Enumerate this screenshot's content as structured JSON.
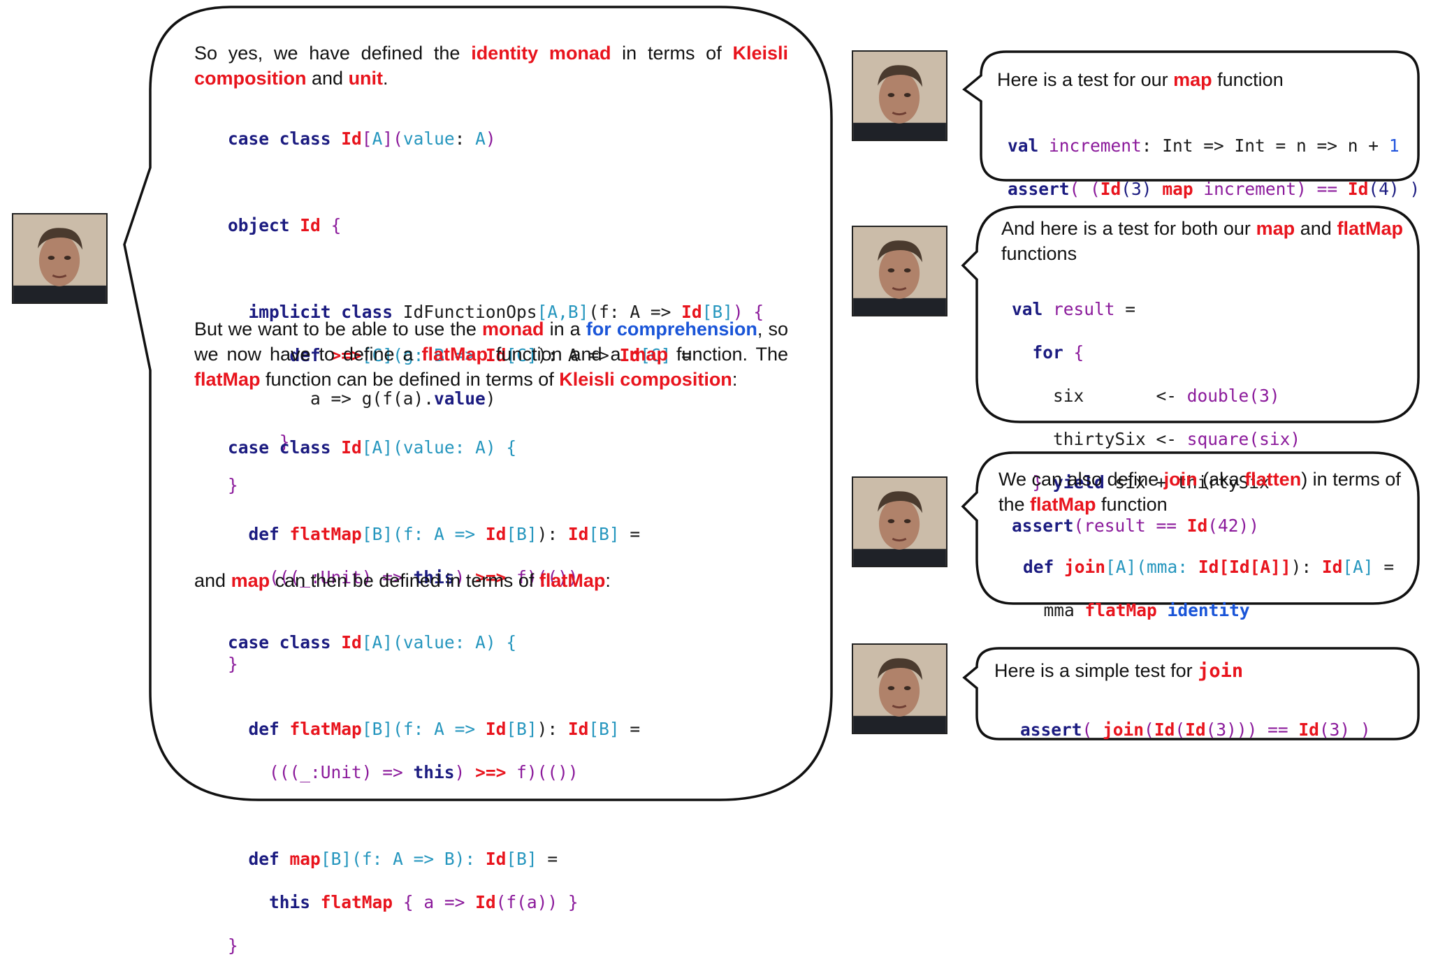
{
  "main": {
    "intro": {
      "t1": "So yes, we have defined the ",
      "h1": "identity monad",
      "t2": " in terms of ",
      "h2": "Kleisli composition",
      "t3": " and ",
      "h3": "unit",
      "t4": "."
    },
    "code1": {
      "case": "case class",
      "id": "Id",
      "lb": "[",
      "a": "A",
      "rb": "]",
      "lp": "(",
      "value": "value",
      "colon": ": ",
      "a2": "A",
      "rp": ")",
      "object": "object",
      "objid": "Id",
      "obrace": "{",
      "implicit": "implicit class",
      "ops": "IdFunctionOps",
      "opsparams": "[A,B]",
      "opsargs": "(f: A => ",
      "opsid": "Id",
      "opsb": "[B]",
      "opsend": ") {",
      "def": "def",
      "kleisli": ">=>",
      "kargs": "[C](g: B => ",
      "kid": "Id",
      "kc": "[C]",
      "kmid": "): A => ",
      "kid2": "Id",
      "kc2": "[C]",
      "keq": " =",
      "body": "a => g(f(a).",
      "bodyval": "value",
      "bodyend": ")",
      "close1": "}",
      "close2": "}"
    },
    "para2": {
      "t1": "But we want to be able to use the ",
      "h1": "monad",
      "t2": " in a ",
      "h2": "for comprehension",
      "t3": ", so we now have to define a ",
      "h3": "flatMap",
      "t4": " function and a ",
      "h4": "map",
      "t5": " function. The ",
      "h5": "flatMap",
      "t6": " function can be defined in terms of ",
      "h6": "Kleisli composition",
      "t7": ":"
    },
    "code2": {
      "case": "case class",
      "id": "Id",
      "a": "[A]",
      "args": "(value: A) {",
      "def": "def",
      "flatmap": "flatMap",
      "fmsig1": "[B](f: A => ",
      "fmid": "Id",
      "fmb": "[B]",
      "fmsig2": "): ",
      "fmid2": "Id",
      "fmb2": "[B]",
      "fmeq": " =",
      "unit": "(((_:Unit) => ",
      "this": "this",
      "unit2": ") ",
      "kleisli": ">=>",
      "unit3": " f)(())",
      "close": "}"
    },
    "para3": {
      "t1": "and ",
      "h1": "map",
      "t2": " can then be defined in terms of ",
      "h2": "flatMap",
      "t3": ":"
    },
    "code3": {
      "case": "case class",
      "id": "Id",
      "a": "[A]",
      "args": "(value: A) {",
      "def": "def",
      "flatmap": "flatMap",
      "fmsig1": "[B](f: A => ",
      "fmid": "Id",
      "fmb": "[B]",
      "fmsig2": "): ",
      "fmid2": "Id",
      "fmb2": "[B]",
      "fmeq": " =",
      "unit": "(((_:Unit) => ",
      "this": "this",
      "unit2": ") ",
      "kleisli": ">=>",
      "unit3": " f)(())",
      "def2": "def",
      "map": "map",
      "mapsig": "[B](f: A => B): ",
      "mapid": "Id",
      "mapb": "[B]",
      "mapeq": " =",
      "this2": "this",
      "flatmap2": "flatMap",
      "mapbody1": " { a => ",
      "mapid2": "Id",
      "mapbody2": "(f(a)) }",
      "close": "}"
    }
  },
  "side1": {
    "t1": "Here is a test for our ",
    "h1": "map",
    "t2": " function",
    "val": "val",
    "name": "increment",
    "sig": ": Int => Int = n => n + ",
    "one": "1",
    "assert": "assert",
    "a1": "( (",
    "id1": "Id",
    "a2": "(3) ",
    "map": "map",
    "a3": " increment) == ",
    "id2": "Id",
    "a4": "(4) )"
  },
  "side2": {
    "t1": "And here is a test for both our ",
    "h1": "map",
    "t2": " and ",
    "h2": "flatMap",
    "t3": " functions",
    "val": "val",
    "result": "result",
    "eq": " =",
    "for": "for",
    "ob": " {",
    "six": "six",
    "arrow1": "       <- ",
    "double": "double",
    "d3": "(3)",
    "thirtysix": "thirtySix",
    "arrow2": " <- ",
    "square": "square",
    "sq": "(six)",
    "cb": "} ",
    "yield": "yield",
    "ysum": " six + thirtySix",
    "assert": "assert",
    "ar1": "(result == ",
    "id": "Id",
    "ar2": "(42))"
  },
  "side3": {
    "t1": "We can also define ",
    "h1": "join",
    "t2": " (aka ",
    "h2": "flatten",
    "t3": ") in terms of the ",
    "h3": "flatMap",
    "t4": " function",
    "def": "def",
    "join": "join",
    "jsig1": "[A](mma: ",
    "jid": "Id[Id[A]]",
    "jsig2": "): ",
    "jid2": "Id",
    "ja": "[A]",
    "jeq": " =",
    "mma": "mma ",
    "flatmap": "flatMap",
    "identity": "identity"
  },
  "side4": {
    "t1": "Here is a simple test for ",
    "h1": "join",
    "assert": "assert",
    "a1": "( ",
    "join": "join",
    "a2": "(",
    "id1": "Id",
    "a3": "(",
    "id2": "Id",
    "a4": "(3))) == ",
    "id3": "Id",
    "a5": "(3) )"
  },
  "colors": {
    "highlight": "#e8141d",
    "highlight_blue": "#1a55d8",
    "keyword": "#1b1b80",
    "type_param": "#2596be",
    "bracket": "#8b1a9b"
  },
  "icons": [
    "presenter-avatar"
  ]
}
